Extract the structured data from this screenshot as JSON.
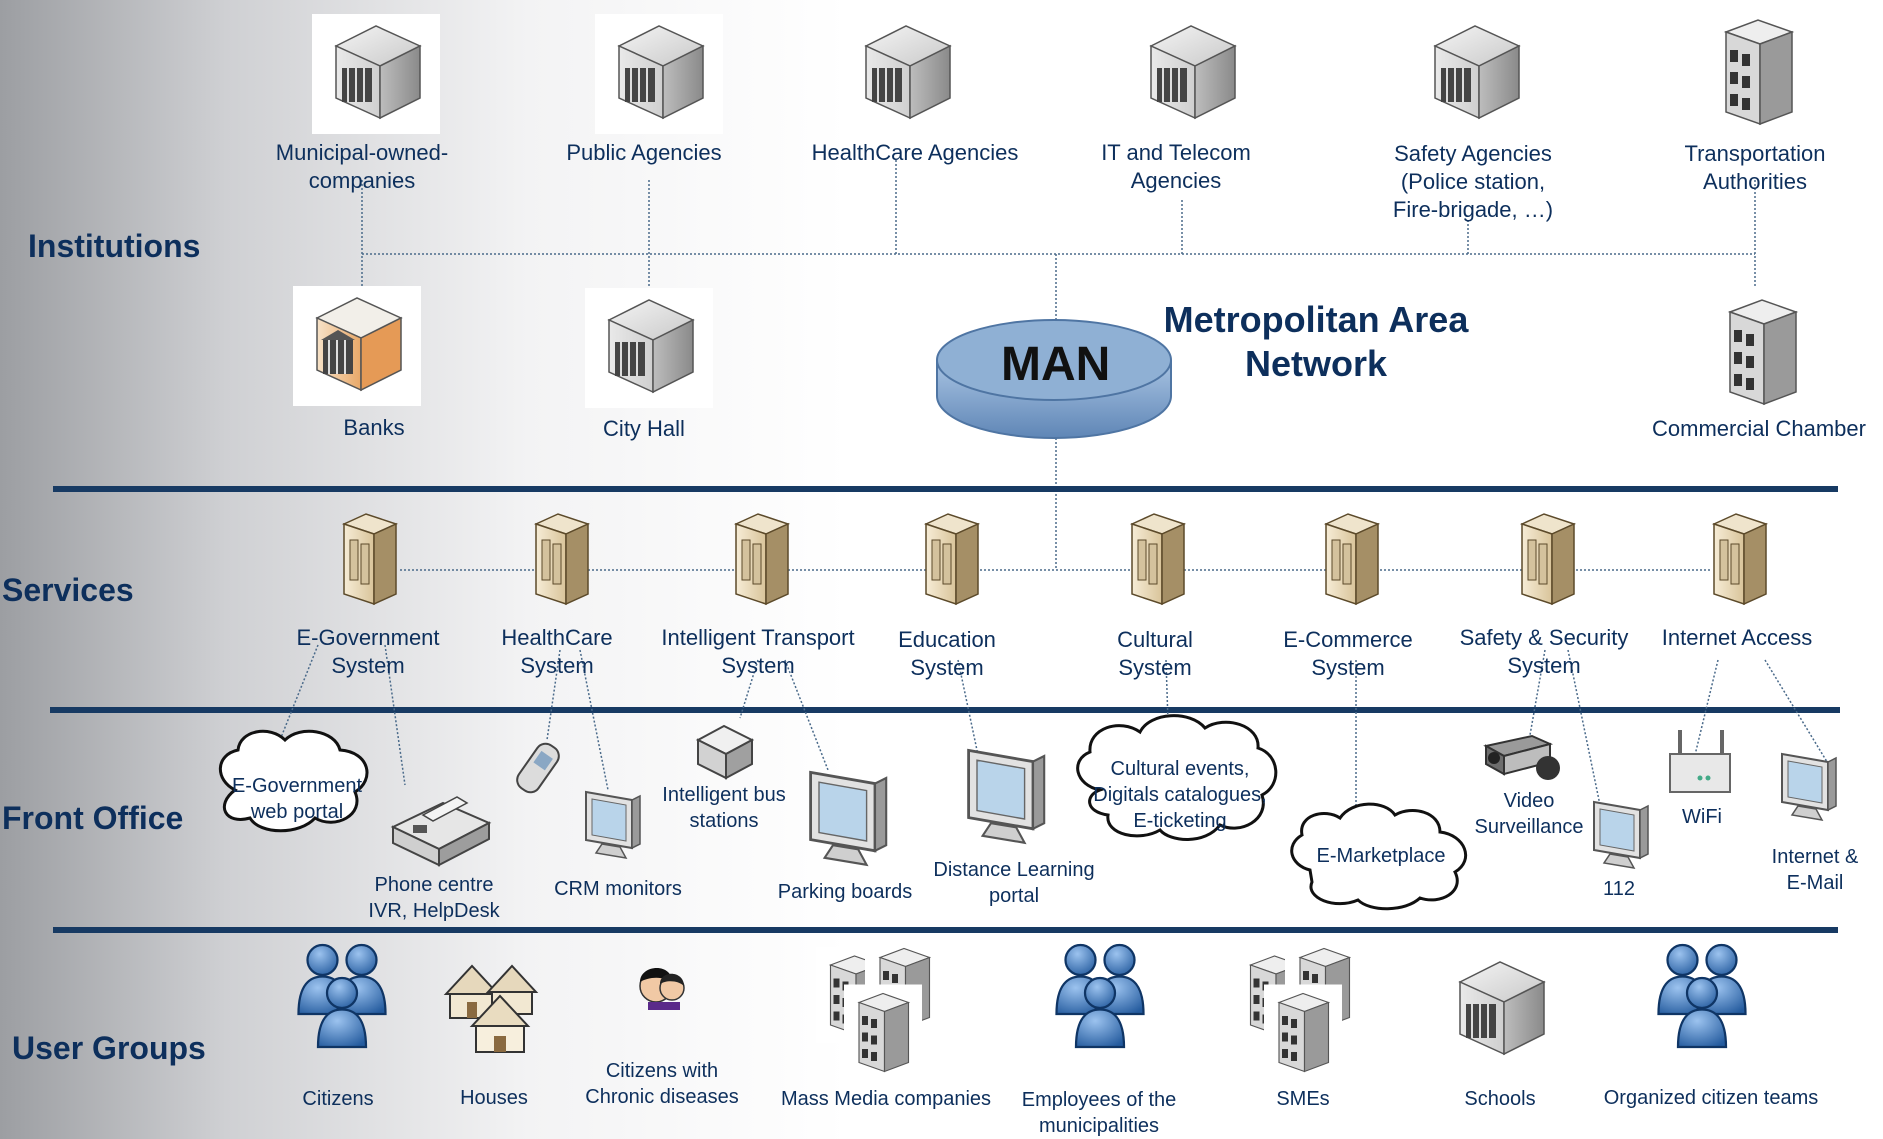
{
  "tiers": {
    "institutions": "Institutions",
    "services": "Services",
    "front_office": "Front Office",
    "user_groups": "User Groups"
  },
  "man": {
    "label": "MAN",
    "title_line1": "Metropolitan Area",
    "title_line2": "Network"
  },
  "institutions": {
    "row1": [
      {
        "line1": "Municipal-owned-",
        "line2": "companies",
        "line3": ""
      },
      {
        "line1": "Public Agencies",
        "line2": "",
        "line3": ""
      },
      {
        "line1": "HealthCare Agencies",
        "line2": "",
        "line3": ""
      },
      {
        "line1": "IT and Telecom",
        "line2": "Agencies",
        "line3": ""
      },
      {
        "line1": "Safety Agencies",
        "line2": "(Police station,",
        "line3": "Fire-brigade, …)"
      },
      {
        "line1": "Transportation",
        "line2": "Authorities",
        "line3": ""
      }
    ],
    "row2": [
      {
        "label": "Banks"
      },
      {
        "label": "City Hall"
      },
      {
        "label": "Commercial Chamber"
      }
    ]
  },
  "services": [
    {
      "line1": "E-Government",
      "line2": "System"
    },
    {
      "line1": "HealthCare",
      "line2": "System"
    },
    {
      "line1": "Intelligent Transport",
      "line2": "System"
    },
    {
      "line1": "Education",
      "line2": "System"
    },
    {
      "line1": "Cultural",
      "line2": "System"
    },
    {
      "line1": "E-Commerce",
      "line2": "System"
    },
    {
      "line1": "Safety & Security",
      "line2": "System"
    },
    {
      "line1": "Internet Access",
      "line2": ""
    }
  ],
  "front_office": {
    "egov_cloud": {
      "line1": "E-Government",
      "line2": "web portal"
    },
    "phone_centre": {
      "line1": "Phone centre",
      "line2": "IVR, HelpDesk"
    },
    "crm": "CRM monitors",
    "bus_stations": {
      "line1": "Intelligent bus",
      "line2": "stations"
    },
    "parking": "Parking boards",
    "distance_learning": {
      "line1": "Distance Learning",
      "line2": "portal"
    },
    "cultural_cloud": {
      "line1": "Cultural events,",
      "line2": "Digitals catalogues,",
      "line3": "E-ticketing"
    },
    "emarketplace_cloud": "E-Marketplace",
    "video": {
      "line1": "Video",
      "line2": "Surveillance"
    },
    "emergency": "112",
    "wifi": "WiFi",
    "internet_mail": {
      "line1": "Internet &",
      "line2": "E-Mail"
    }
  },
  "user_groups": [
    {
      "line1": "Citizens",
      "line2": ""
    },
    {
      "line1": "Houses",
      "line2": ""
    },
    {
      "line1": "Citizens with",
      "line2": "Chronic diseases"
    },
    {
      "line1": "Mass Media companies",
      "line2": ""
    },
    {
      "line1": "Employees of the",
      "line2": "municipalities"
    },
    {
      "line1": "SMEs",
      "line2": ""
    },
    {
      "line1": "Schools",
      "line2": ""
    },
    {
      "line1": "Organized citizen teams",
      "line2": ""
    }
  ],
  "colors": {
    "navy": "#0d2f5c",
    "divider": "#173a63",
    "man_fill": "#8fb0d4"
  },
  "icons": {
    "institution": "building-icon",
    "bank": "bank-icon",
    "office": "office-building-icon",
    "server": "server-icon",
    "cloud": "cloud-icon",
    "people": "people-icon",
    "monitor": "monitor-icon",
    "phone": "mobile-phone-icon",
    "fax": "fax-icon",
    "camera": "camera-icon",
    "router": "wifi-router-icon",
    "house": "house-icon"
  }
}
